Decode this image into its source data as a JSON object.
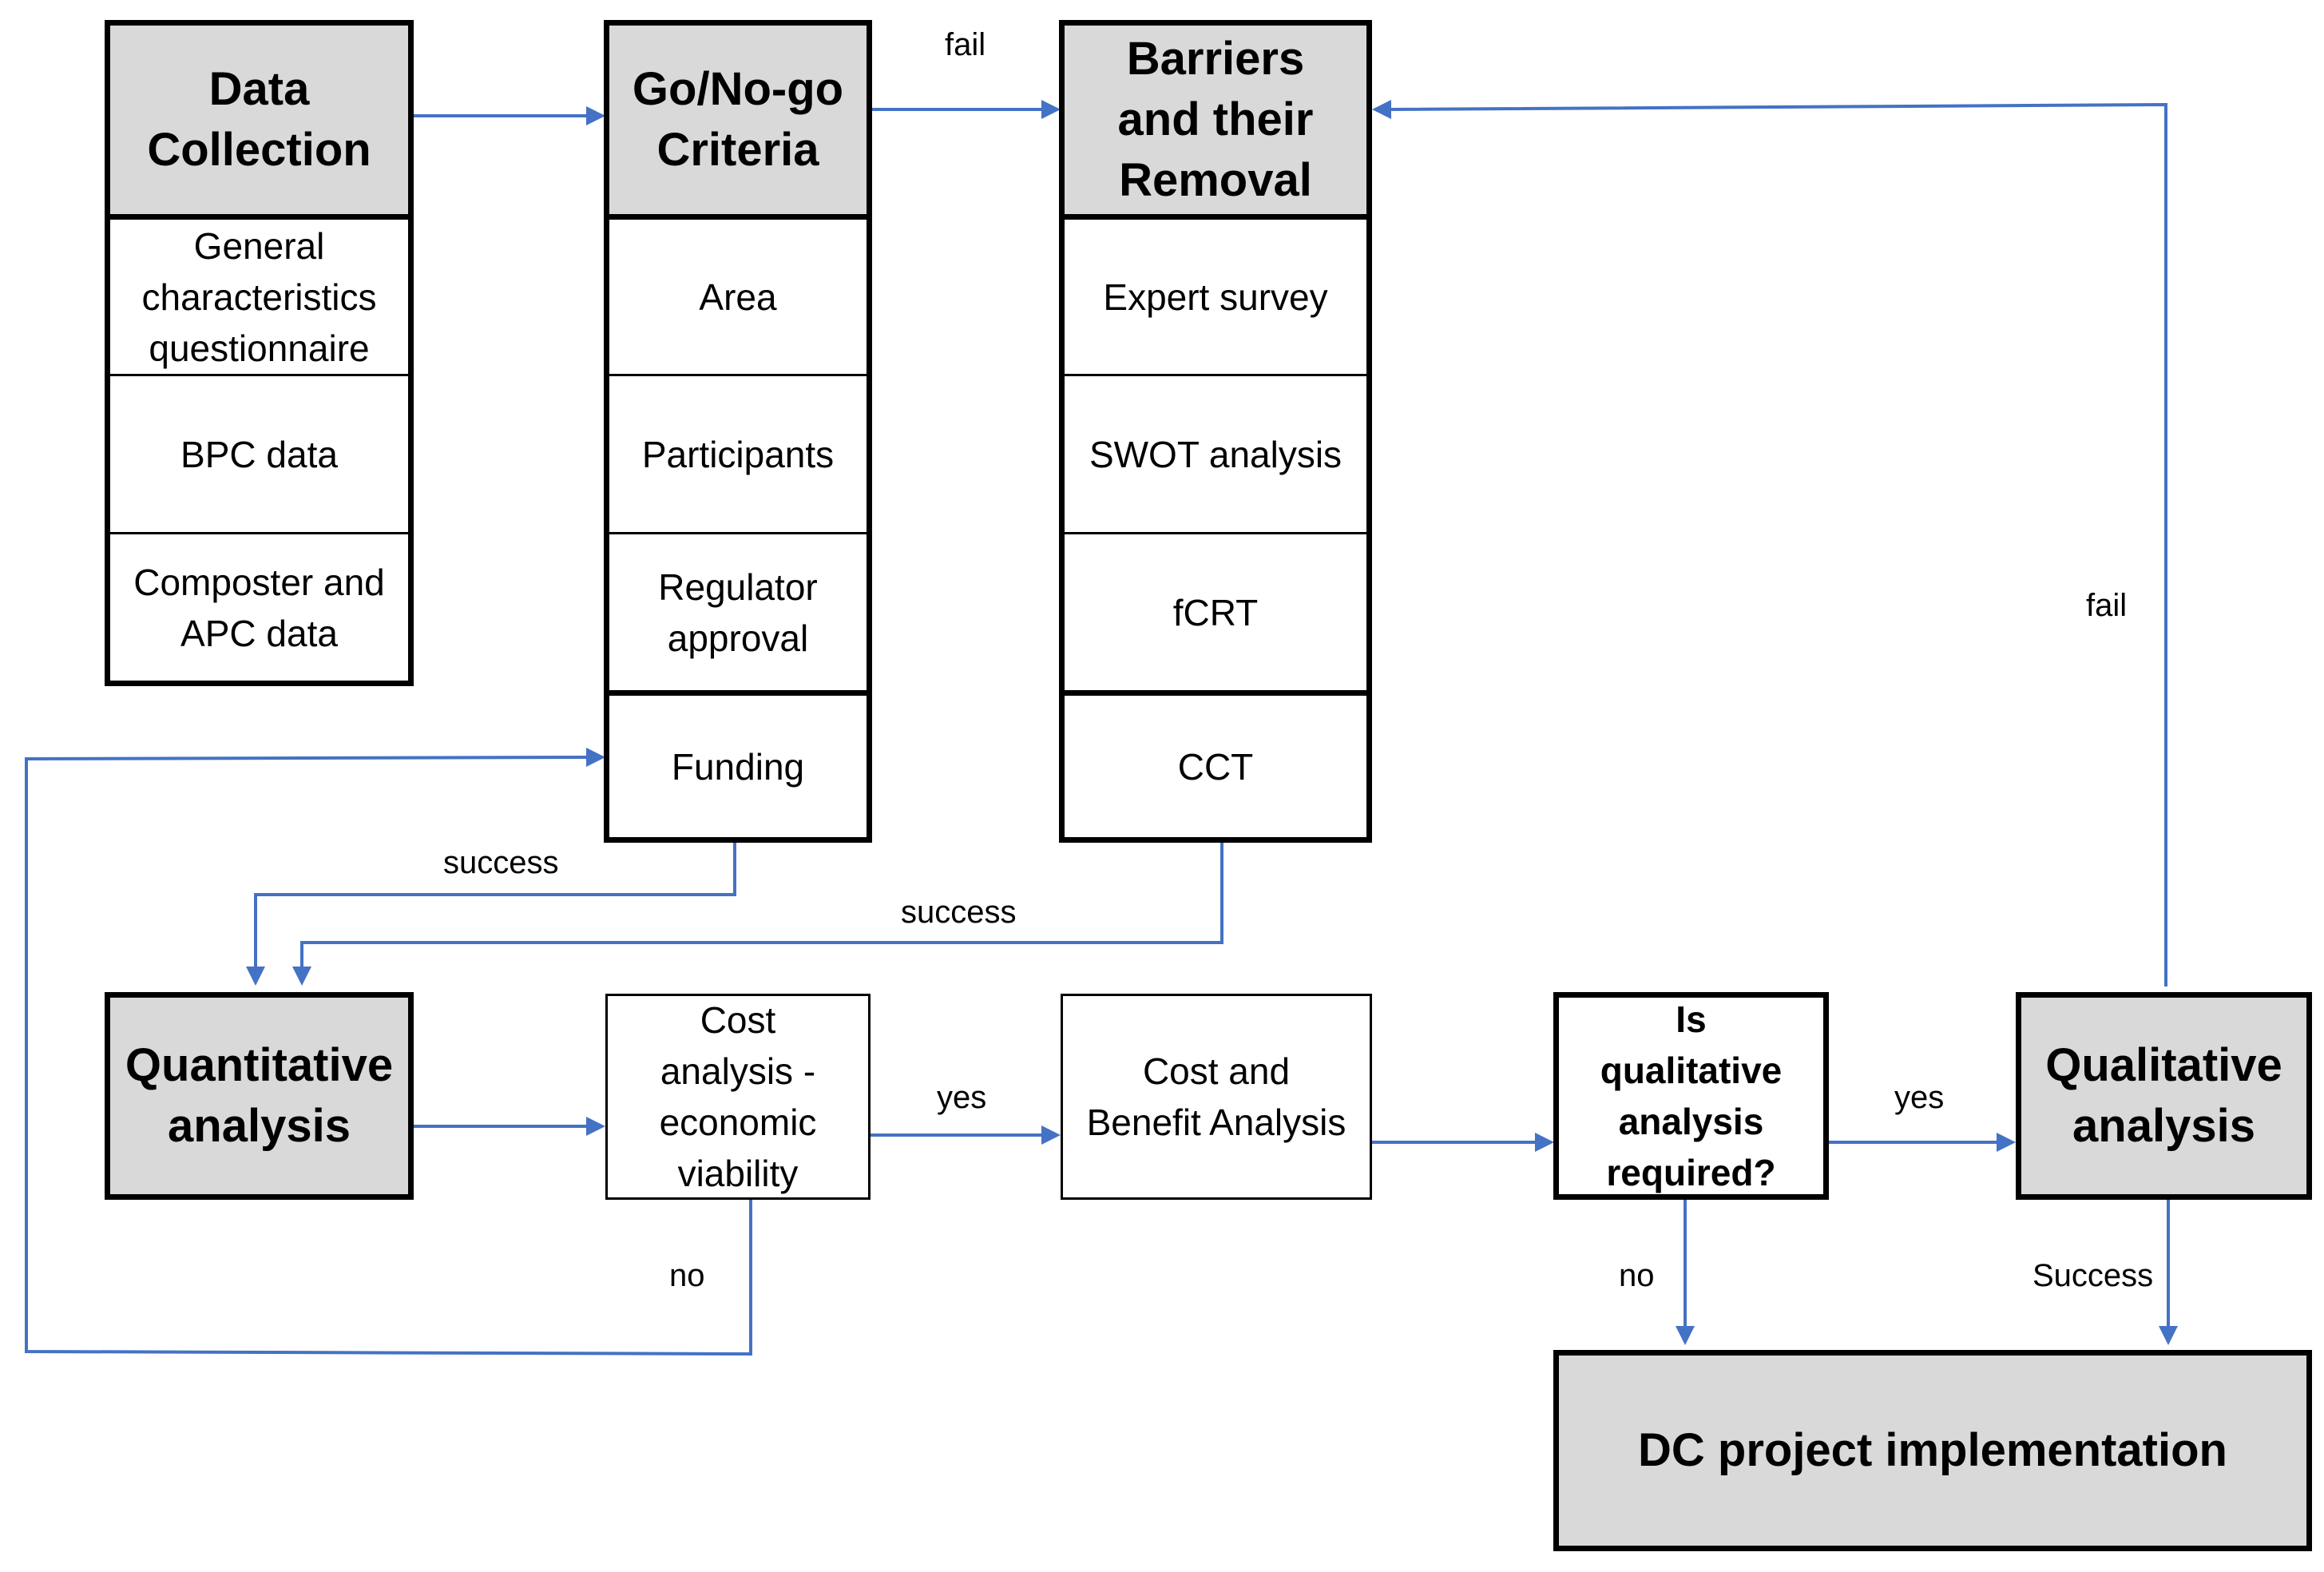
{
  "colors": {
    "connector": "#4472c4",
    "header_fill": "#d9d9d9",
    "border": "#000000"
  },
  "data_collection": {
    "title": "Data\nCollection",
    "items": [
      "General\ncharacteristics\nquestionnaire",
      "BPC data",
      "Composter and\nAPC data"
    ]
  },
  "go_no_go": {
    "title": "Go/No-go\nCriteria",
    "items": [
      "Area",
      "Participants",
      "Regulator\napproval",
      "Funding"
    ]
  },
  "barriers": {
    "title": "Barriers\nand their\nRemoval",
    "items": [
      "Expert survey",
      "SWOT analysis",
      "fCRT",
      "CCT"
    ]
  },
  "quantitative": {
    "title": "Quantitative\nanalysis"
  },
  "cost_analysis": {
    "label": "Cost\nanalysis -\neconomic\nviability"
  },
  "cba": {
    "label": "Cost and\nBenefit Analysis"
  },
  "decision": {
    "label": "Is\nqualitative\nanalysis\nrequired?"
  },
  "qualitative": {
    "title": "Qualitative\nanalysis"
  },
  "implementation": {
    "title": "DC project implementation"
  },
  "edge_labels": {
    "fail_top": "fail",
    "fail_right": "fail",
    "success_go": "success",
    "success_barriers": "success",
    "yes_cost": "yes",
    "yes_decision": "yes",
    "no_cost": "no",
    "no_decision": "no",
    "success_qual": "Success"
  }
}
